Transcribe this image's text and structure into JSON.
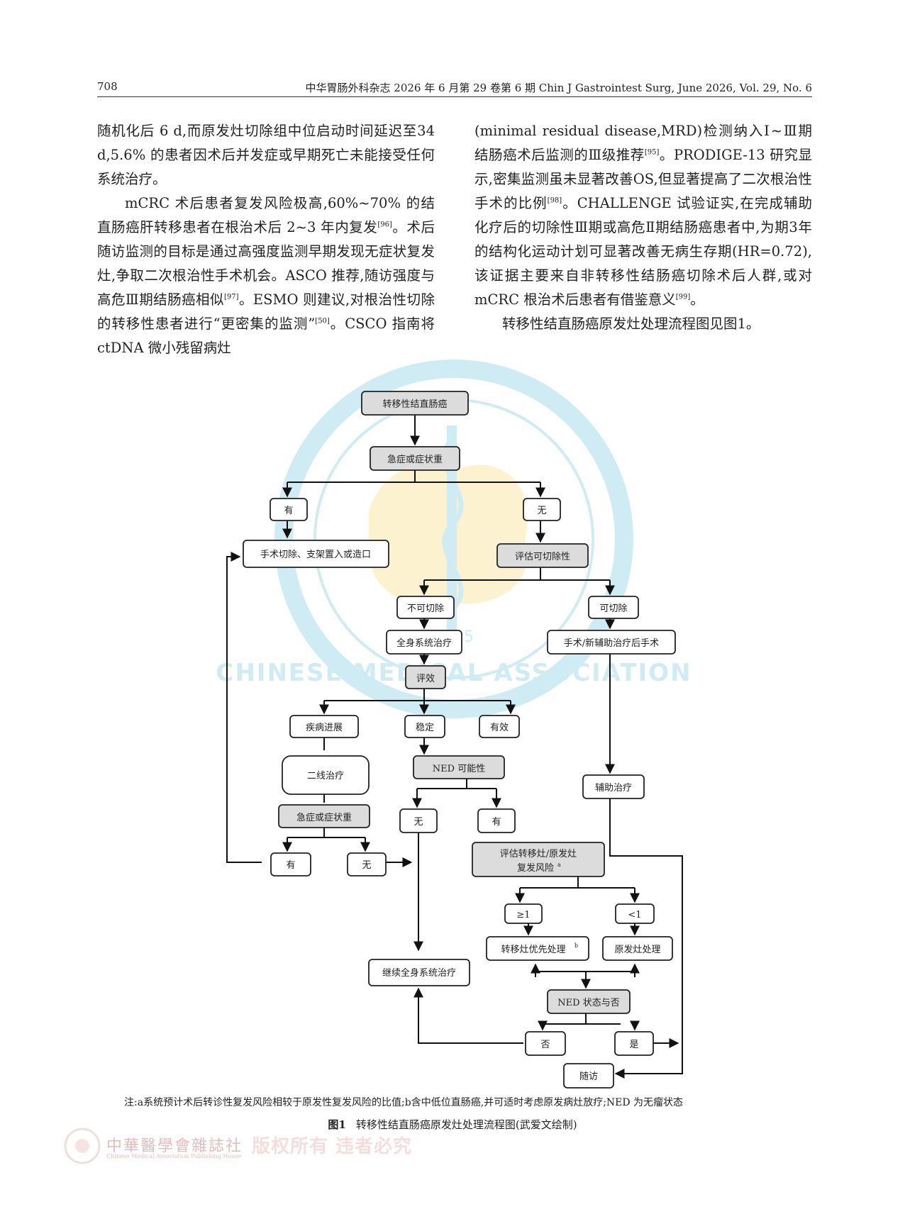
{
  "header": {
    "page_number": "708",
    "journal": "中华胃肠外科杂志 2026 年 6 月第 29 卷第 6 期   Chin J Gastrointest Surg, June 2026, Vol. 29, No. 6"
  },
  "body": {
    "left": [
      "随机化后 6 d,而原发灶切除组中位启动时间延迟至34 d,5.6% 的患者因术后并发症或早期死亡未能接受任何系统治疗。",
      "mCRC 术后患者复发风险极高,60%~70% 的结直肠癌肝转移患者在根治术后 2~3 年内复发[96]。术后随访监测的目标是通过高强度监测早期发现无症状复发灶,争取二次根治性手术机会。ASCO 推荐,随访强度与高危Ⅲ期结肠癌相似[97]。ESMO 则建议,对根治性切除的转移性患者进行“更密集的监测”[50]。CSCO 指南将 ctDNA 微小残留病灶"
    ],
    "right": [
      "(minimal residual disease,MRD)检测纳入Ⅰ~Ⅲ期结肠癌术后监测的Ⅲ级推荐[95]。PRODIGE-13 研究显示,密集监测虽未显著改善OS,但显著提高了二次根治性手术的比例[98]。CHALLENGE 试验证实,在完成辅助化疗后的切除性Ⅲ期或高危Ⅱ期结肠癌患者中,为期3年的结构化运动计划可显著改善无病生存期(HR=0.72),该证据主要来自非转移性结肠癌切除术后人群,或对 mCRC 根治术后患者有借鉴意义[99]。",
      "转移性结直肠癌原发灶处理流程图见图1。"
    ]
  },
  "flowchart": {
    "start": "转移性结直肠癌",
    "emergency": "急症或症状重",
    "yes1": "有",
    "no1": "无",
    "surgery": "手术切除、支架置入或造口",
    "assess_resect": "评估可切除性",
    "unresectable": "不可切除",
    "resectable": "可切除",
    "systemic": "全身系统治疗",
    "neoadj": "手术/新辅助治疗后手术",
    "evaluate": "评效",
    "progress": "疾病进展",
    "stable": "稳定",
    "effective": "有效",
    "second_line": "二线治疗",
    "ned_possible": "NED 可能性",
    "adjuvant": "辅助治疗",
    "emergency2": "急症或症状重",
    "no_ned": "无",
    "yes_ned": "有",
    "risk_line1": "评估转移灶/原发灶",
    "risk_line2": "复发风险",
    "yes2": "有",
    "no2": "无",
    "ge1": "≥1",
    "lt1": "<1",
    "metastasis_first": "转移灶优先处理",
    "primary": "原发灶处理",
    "continue_systemic": "继续全身系统治疗",
    "ned_status": "NED 状态与否",
    "no3": "否",
    "yes3": "是",
    "followup": "随访"
  },
  "watermark": {
    "en": "CHINESE MEDICAL ASSOCIATION",
    "year": "1915"
  },
  "note": "注:a系统预计术后转诊性复发风险相较于原发性复发风险的比值;b含中低位直肠癌,并可适时考虑原发病灶放疗;NED 为无瘤状态",
  "caption": {
    "label": "图1",
    "text": "转移性结直肠癌原发灶处理流程图(武爱文绘制)"
  },
  "footer": {
    "brand": "中華醫學會雜誌社",
    "brand_en": "Chinese Medical Association Publishing House",
    "rights": "版权所有 违者必究"
  },
  "colors": {
    "box_gray": "#dcdcdc",
    "watermark_blue": "#a9dceb",
    "watermark_yellow": "#fbe9a8",
    "footer_pink": "#e6b3b3"
  }
}
